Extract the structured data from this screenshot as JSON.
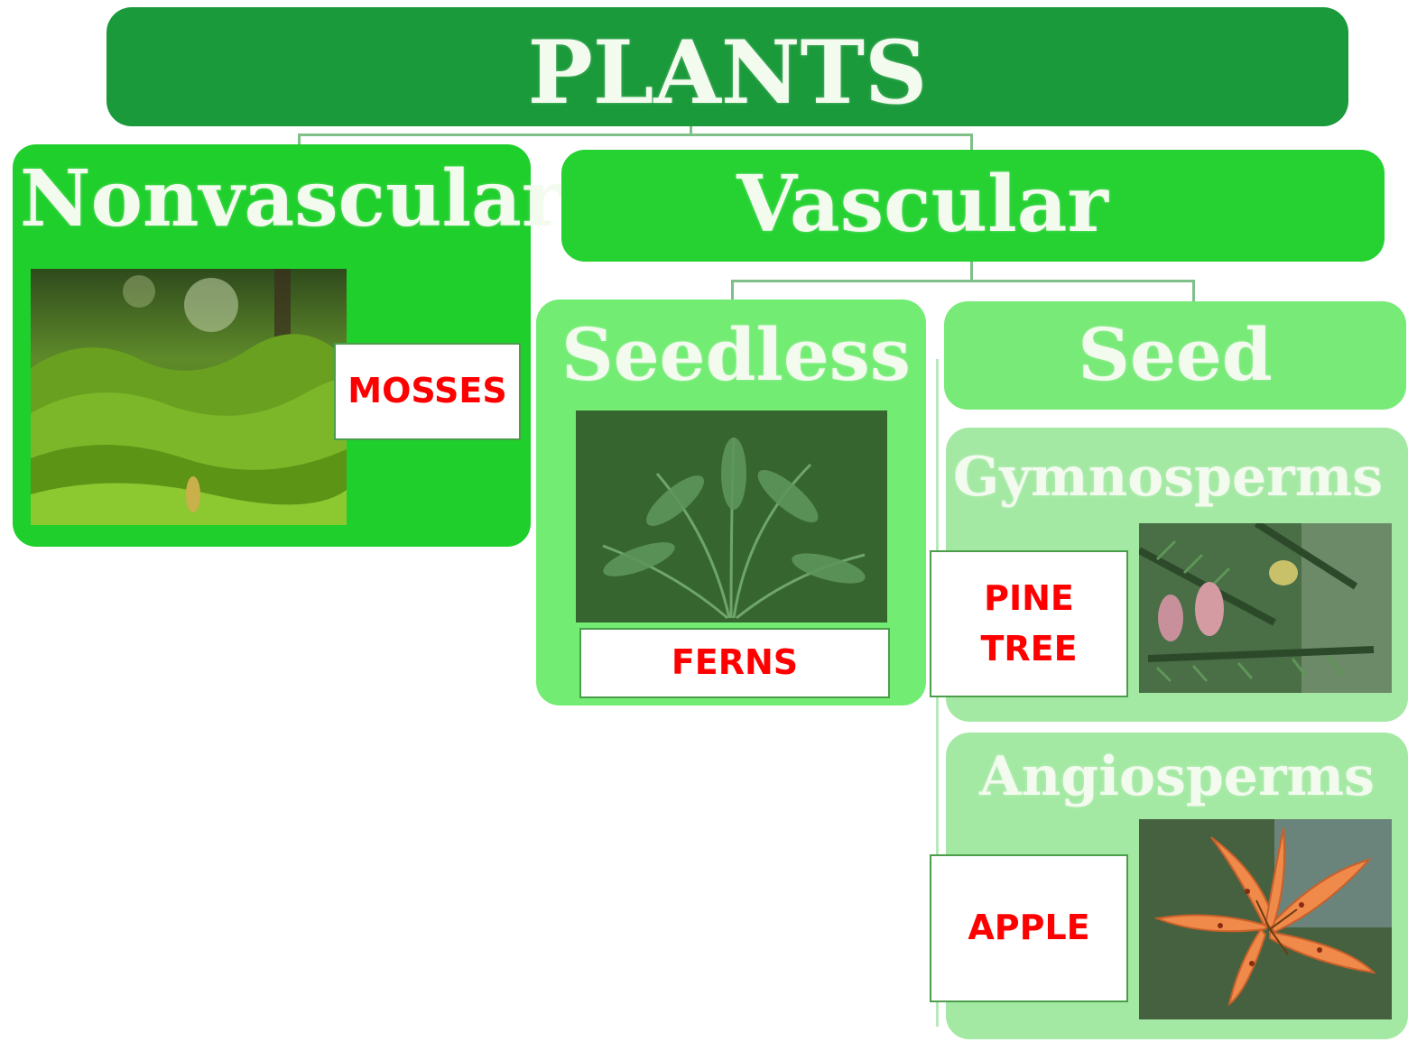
{
  "root": {
    "title": "PLANTS",
    "color": "#1a9a3a"
  },
  "nonvascular": {
    "title": "Nonvascular",
    "color": "#1fcf2b",
    "answer": "MOSSES",
    "image_icon": "moss-photo"
  },
  "vascular": {
    "title": "Vascular",
    "color": "#25d232"
  },
  "seedless": {
    "title": "Seedless",
    "color": "#72ec72",
    "answer": "FERNS",
    "image_icon": "fern-photo"
  },
  "seed": {
    "title": "Seed",
    "color": "#78ea78"
  },
  "gymnosperms": {
    "title": "Gymnosperms",
    "color": "#a3e9a3",
    "answer_line1": "PINE",
    "answer_line2": "TREE",
    "image_icon": "pine-cone-photo"
  },
  "angiosperms": {
    "title": "Angiosperms",
    "color": "#a3e9a3",
    "answer": "APPLE",
    "image_icon": "lily-flower-photo"
  },
  "colors": {
    "answer_text": "#ff0000",
    "connector": "#7fbf88"
  }
}
